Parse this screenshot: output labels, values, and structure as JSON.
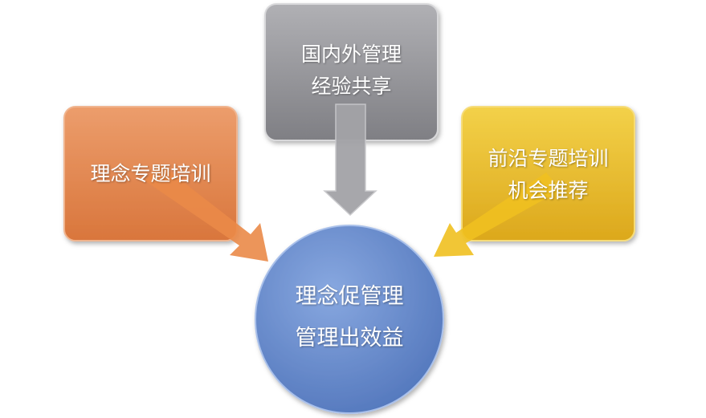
{
  "nodes": {
    "top": {
      "line1": "国内外管理",
      "line2": "经验共享",
      "color": "#8e8e92"
    },
    "left": {
      "line1": "理念专题培训",
      "color": "#e0844e"
    },
    "right": {
      "line1": "前沿专题培训",
      "line2": "机会推荐",
      "color": "#e6bb25"
    },
    "center": {
      "line1": "理念促管理",
      "line2": "管理出效益",
      "color": "#6a8fd0"
    }
  }
}
